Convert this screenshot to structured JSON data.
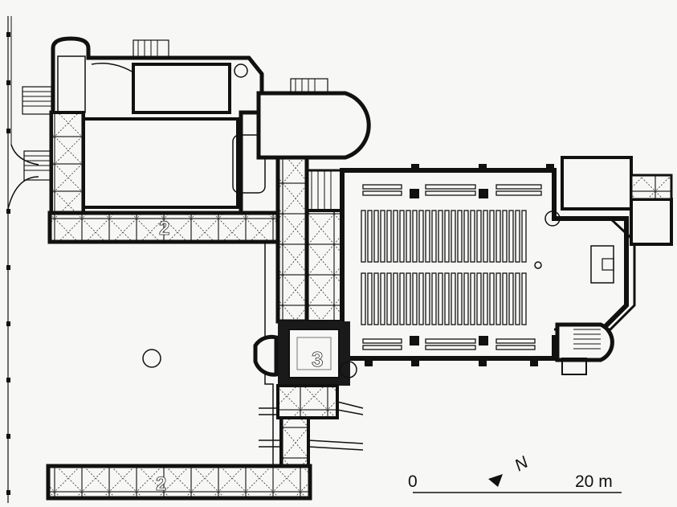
{
  "labels": {
    "cloister_north": "2",
    "cloister_south": "2",
    "tower": "3"
  },
  "scale_bar": {
    "start": "0",
    "end": "20 m",
    "north": "N"
  },
  "colors": {
    "ink": "#111111",
    "paper": "#f7f7f5"
  }
}
